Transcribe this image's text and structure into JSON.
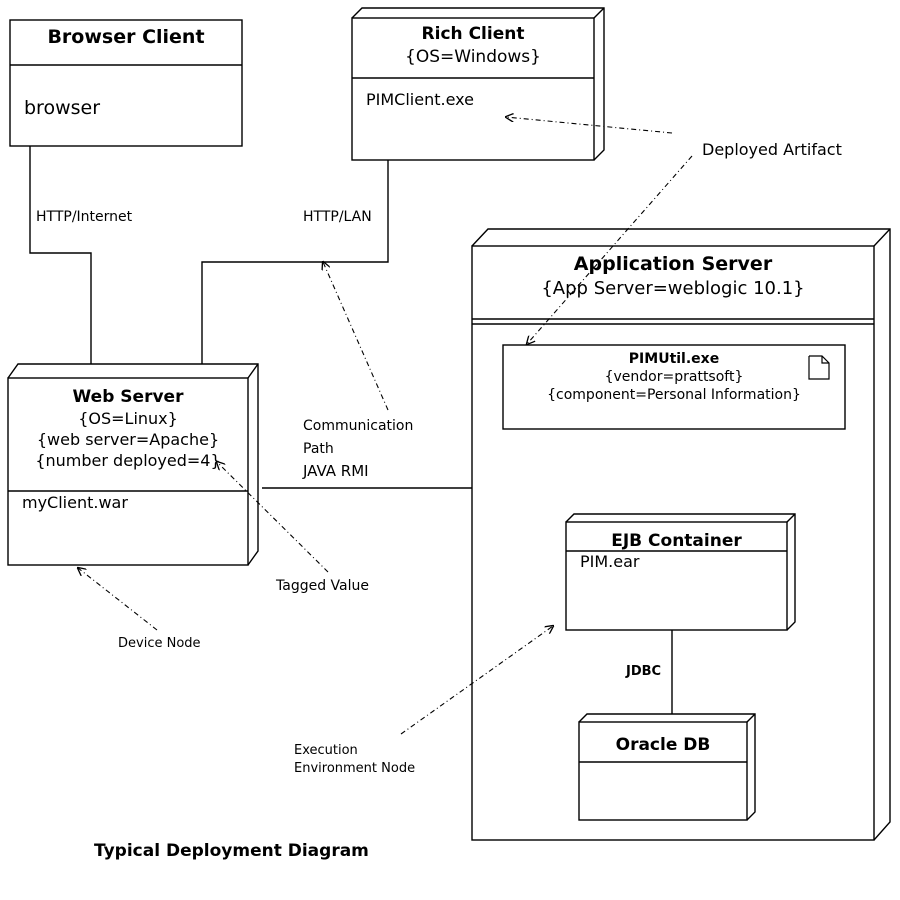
{
  "nodes": {
    "browser_client": {
      "title": "Browser Client",
      "artifact": "browser"
    },
    "rich_client": {
      "title": "Rich Client",
      "tag": "{OS=Windows}",
      "artifact": "PIMClient.exe"
    },
    "web_server": {
      "title": "Web Server",
      "tags": [
        "{OS=Linux}",
        "{web server=Apache}",
        "{number deployed=4}"
      ],
      "artifact": "myClient.war"
    },
    "app_server": {
      "title": "Application Server",
      "tag": "{App Server=weblogic 10.1}"
    },
    "pimutil": {
      "title": "PIMUtil.exe",
      "tags": [
        "{vendor=prattsoft}",
        "{component=Personal Information}"
      ]
    },
    "ejb_container": {
      "title": "EJB Container",
      "artifact": "PIM.ear"
    },
    "oracle_db": {
      "title": "Oracle DB"
    }
  },
  "connections": {
    "http_internet": "HTTP/Internet",
    "http_lan": "HTTP/LAN",
    "comm_path": [
      "Communication",
      "Path",
      "JAVA RMI"
    ],
    "jdbc": "JDBC"
  },
  "annotations": {
    "deployed_artifact": "Deployed Artifact",
    "tagged_value": "Tagged Value",
    "device_node": "Device Node",
    "execution_env": [
      "Execution",
      "Environment Node"
    ]
  },
  "caption": "Typical Deployment Diagram",
  "icons": {
    "artifact": "document-icon"
  }
}
